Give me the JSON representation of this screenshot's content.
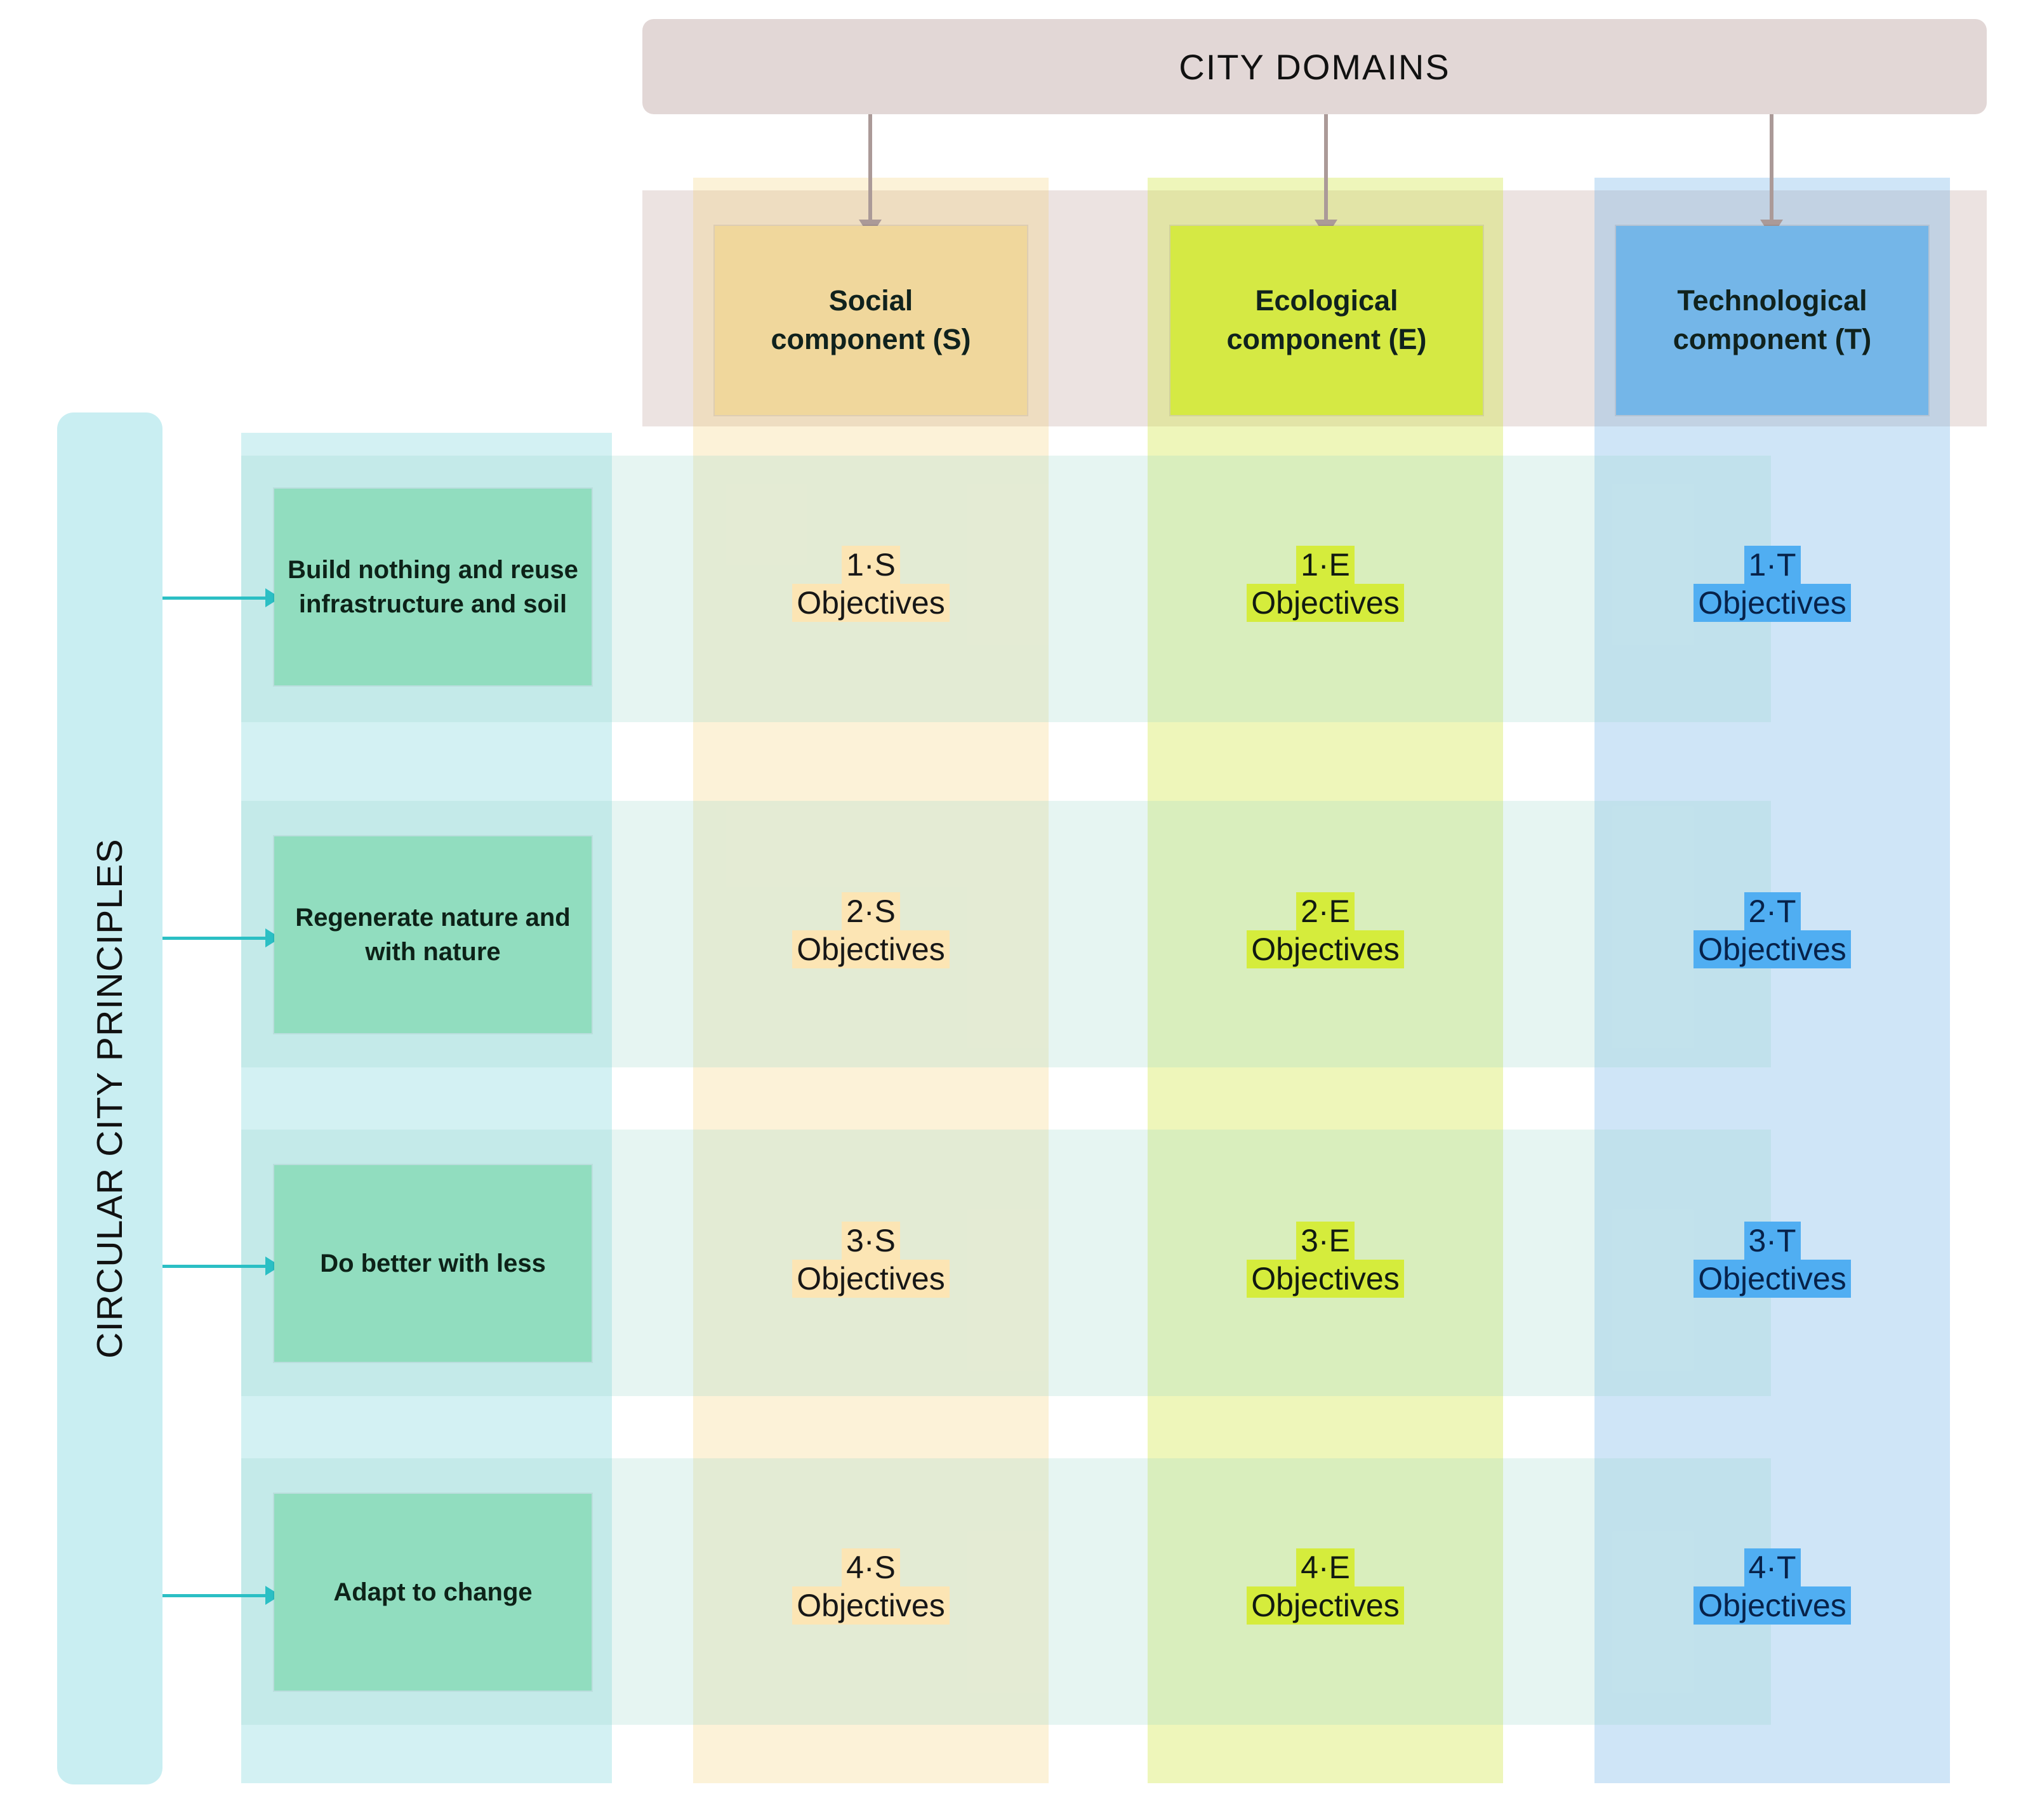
{
  "header": {
    "title": "CITY DOMAINS",
    "components": [
      {
        "id": "S",
        "label": "Social\ncomponent (S)",
        "line1": "Social",
        "line2": "component (S)",
        "color": "#f0d79c"
      },
      {
        "id": "E",
        "label": "Ecological\ncomponent (E)",
        "line1": "Ecological",
        "line2": "component (E)",
        "color": "#d5e944"
      },
      {
        "id": "T",
        "label": "Technological\ncomponent (T)",
        "line1": "Technological",
        "line2": "component (T)",
        "color": "#74b6e8"
      }
    ]
  },
  "sidebar": {
    "title": "CIRCULAR CITY PRINCIPLES",
    "color": "#c9eef2"
  },
  "principles": [
    {
      "number": 1,
      "text": "Build nothing and reuse infrastructure and soil"
    },
    {
      "number": 2,
      "text": "Regenerate nature and with nature"
    },
    {
      "number": 3,
      "text": "Do better with less"
    },
    {
      "number": 4,
      "text": "Adapt to change"
    }
  ],
  "matrix": {
    "objectives_label": "Objectives",
    "cells": [
      {
        "code": "1·S",
        "label": "Objectives",
        "domain": "S",
        "principle": 1,
        "highlight": "#fce5b4"
      },
      {
        "code": "1·E",
        "label": "Objectives",
        "domain": "E",
        "principle": 1,
        "highlight": "#d5ec3c"
      },
      {
        "code": "1·T",
        "label": "Objectives",
        "domain": "T",
        "principle": 1,
        "highlight": "#50aef2"
      },
      {
        "code": "2·S",
        "label": "Objectives",
        "domain": "S",
        "principle": 2,
        "highlight": "#fce5b4"
      },
      {
        "code": "2·E",
        "label": "Objectives",
        "domain": "E",
        "principle": 2,
        "highlight": "#d5ec3c"
      },
      {
        "code": "2·T",
        "label": "Objectives",
        "domain": "T",
        "principle": 2,
        "highlight": "#50aef2"
      },
      {
        "code": "3·S",
        "label": "Objectives",
        "domain": "S",
        "principle": 3,
        "highlight": "#fce5b4"
      },
      {
        "code": "3·E",
        "label": "Objectives",
        "domain": "E",
        "principle": 3,
        "highlight": "#d5ec3c"
      },
      {
        "code": "3·T",
        "label": "Objectives",
        "domain": "T",
        "principle": 3,
        "highlight": "#50aef2"
      },
      {
        "code": "4·S",
        "label": "Objectives",
        "domain": "S",
        "principle": 4,
        "highlight": "#fce5b4"
      },
      {
        "code": "4·E",
        "label": "Objectives",
        "domain": "E",
        "principle": 4,
        "highlight": "#d5ec3c"
      },
      {
        "code": "4·T",
        "label": "Objectives",
        "domain": "T",
        "principle": 4,
        "highlight": "#50aef2"
      }
    ]
  },
  "colors": {
    "principle_box": "#91ddbf",
    "title_band": "#e2d7d6",
    "arrow_teal": "#2bbfc4",
    "arrow_mauve": "#ab9a98"
  }
}
